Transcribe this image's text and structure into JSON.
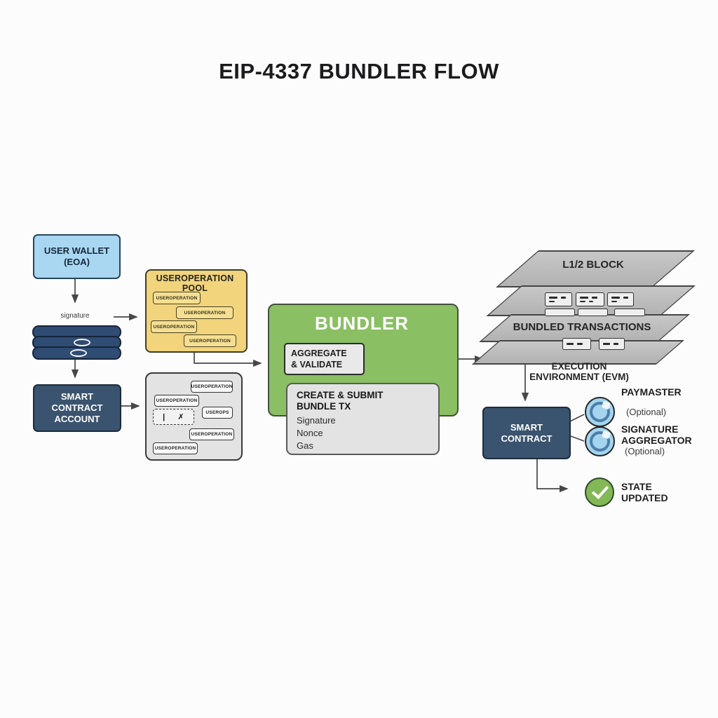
{
  "title": "EIP-4337 BUNDLER FLOW",
  "left_flow": {
    "user_wallet": {
      "line1": "USER WALLET",
      "line2": "(EOA)"
    },
    "signature_label": "signature",
    "smart_contract_account": {
      "line1": "SMART CONTRACT",
      "line2": "ACCOUNT"
    }
  },
  "userop_pool": {
    "title": "USEROPERATION POOL",
    "chips": [
      "USEROPERATION",
      "USEROPERATION",
      "USEROPERATION",
      "USEROPERATION"
    ]
  },
  "pending_pool": {
    "chips": [
      "USEROPERATION",
      "USEROPERATION",
      "USEROPS",
      "USEROPERATION",
      "USEROPERATION"
    ],
    "invalid_chip": {
      "bar_glyph": "|",
      "cross_glyph": "✗"
    }
  },
  "bundler": {
    "title": "BUNDLER",
    "aggregate_validate": {
      "line1": "AGGREGATE",
      "line2": "& VALIDATE"
    },
    "create_submit": {
      "line1": "CREATE & SUBMIT",
      "line2": "BUNDLE TX",
      "items": [
        "Signature",
        "Nonce",
        "Gas"
      ]
    }
  },
  "chain_layers": {
    "l12_block": "L1/2 BLOCK",
    "bundled_transactions": "BUNDLED TRANSACTIONS",
    "execution_env": {
      "line1": "EXECUTION",
      "line2": "ENVIRONMENT (EVM)"
    }
  },
  "execution": {
    "smart_contract": {
      "line1": "SMART",
      "line2": "CONTRACT"
    },
    "paymaster": {
      "label": "PAYMASTER",
      "optional": "(Optional)"
    },
    "signature_aggregator": {
      "line1": "SIGNATURE",
      "line2": "AGGREGATOR",
      "optional": "(Optional)"
    },
    "state_updated": {
      "line1": "STATE",
      "line2": "UPDATED"
    }
  },
  "colors": {
    "wallet_blue": "#a9d7f2",
    "navy": "#3a536e",
    "pill_navy": "#2f4c73",
    "pool_yellow": "#f1d47c",
    "bundler_green": "#8abf63",
    "panel_gray": "#e3e3e3",
    "layer_gray": "#bdbdbd",
    "circle_blue": "#a5d4ef",
    "check_green": "#82b856",
    "arrow_gray": "#474747"
  }
}
